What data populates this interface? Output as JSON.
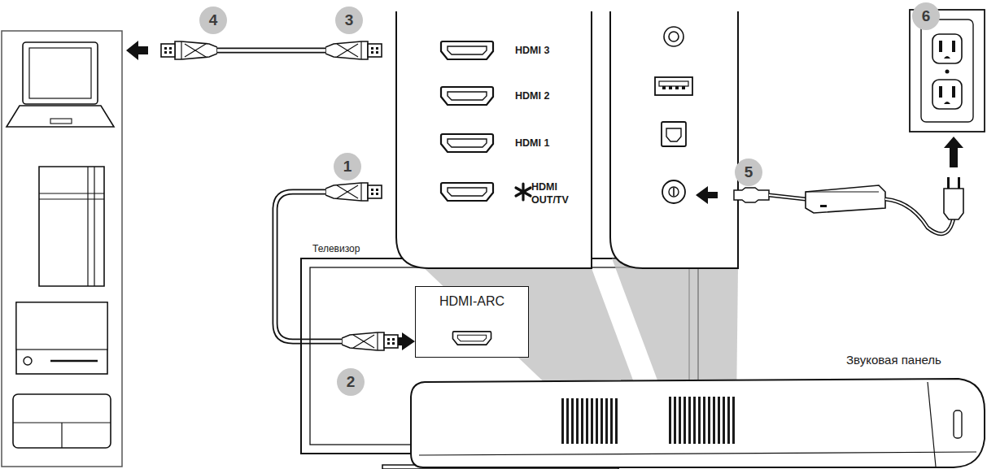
{
  "diagram": {
    "nodes": [
      {
        "text": [
          "Телевизор"
        ]
      },
      {
        "text": [
          "HDMI-ARC"
        ],
        "in": 0
      },
      {
        "text": [
          "HDMI 3",
          "HDMI 2",
          "HDMI 1",
          "HDMI OUT/TV"
        ]
      }
    ],
    "edges": [
      {
        "from": 2,
        "to": 1,
        "arrow": "both"
      }
    ],
    "labels": [
      "4",
      "3",
      "6",
      "1",
      "5",
      "2",
      "Звуковая панель"
    ]
  }
}
